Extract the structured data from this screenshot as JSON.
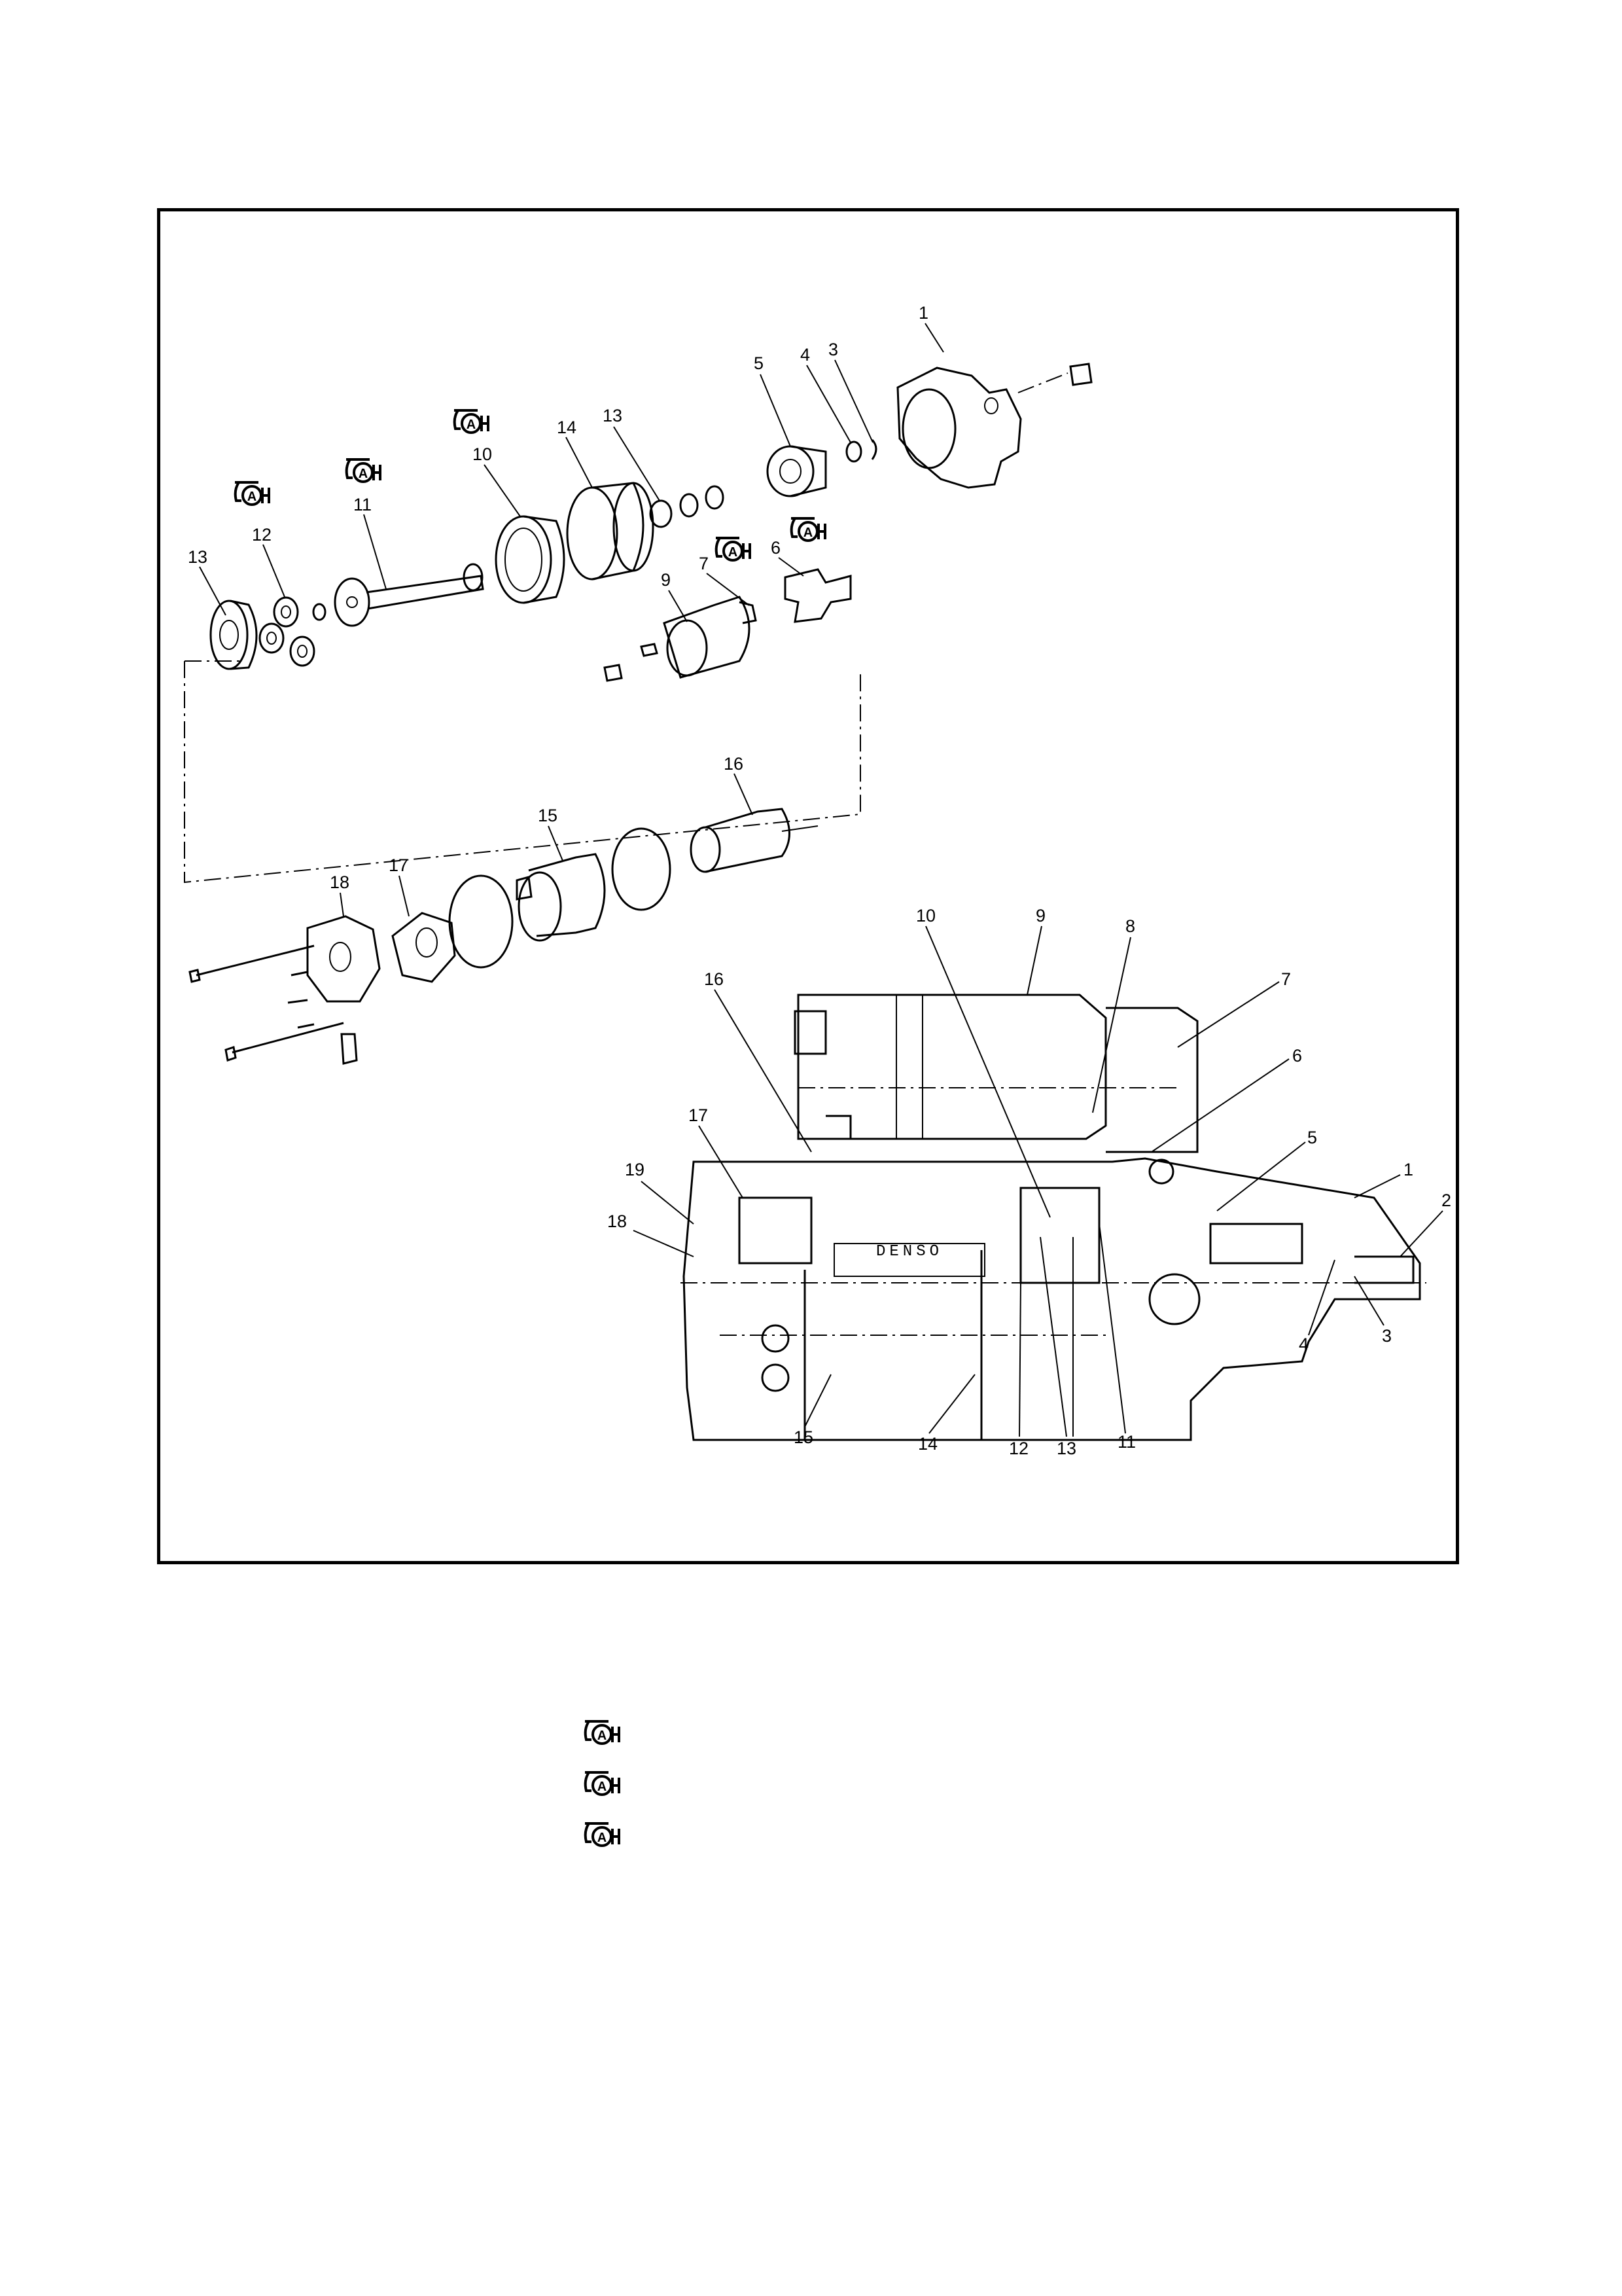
{
  "exploded_view": {
    "callouts": [
      "1",
      "3",
      "4",
      "5",
      "13",
      "14",
      "10",
      "11",
      "12",
      "13",
      "7",
      "6",
      "9",
      "16",
      "15",
      "17",
      "18"
    ]
  },
  "sectional_view": {
    "callouts": [
      "10",
      "9",
      "8",
      "7",
      "16",
      "6",
      "5",
      "1",
      "19",
      "17",
      "2",
      "18",
      "4",
      "3",
      "15",
      "14",
      "12",
      "13",
      "11"
    ],
    "brand_text": "DENSO"
  },
  "grease_symbol": {
    "letter": "A",
    "icon": "grease-a-icon",
    "instances": 9
  },
  "legend": {
    "rows": [
      {
        "icon": "grease-a-icon",
        "text": ""
      },
      {
        "icon": "grease-a-icon",
        "text": ""
      },
      {
        "icon": "grease-a-icon",
        "text": ""
      }
    ]
  }
}
